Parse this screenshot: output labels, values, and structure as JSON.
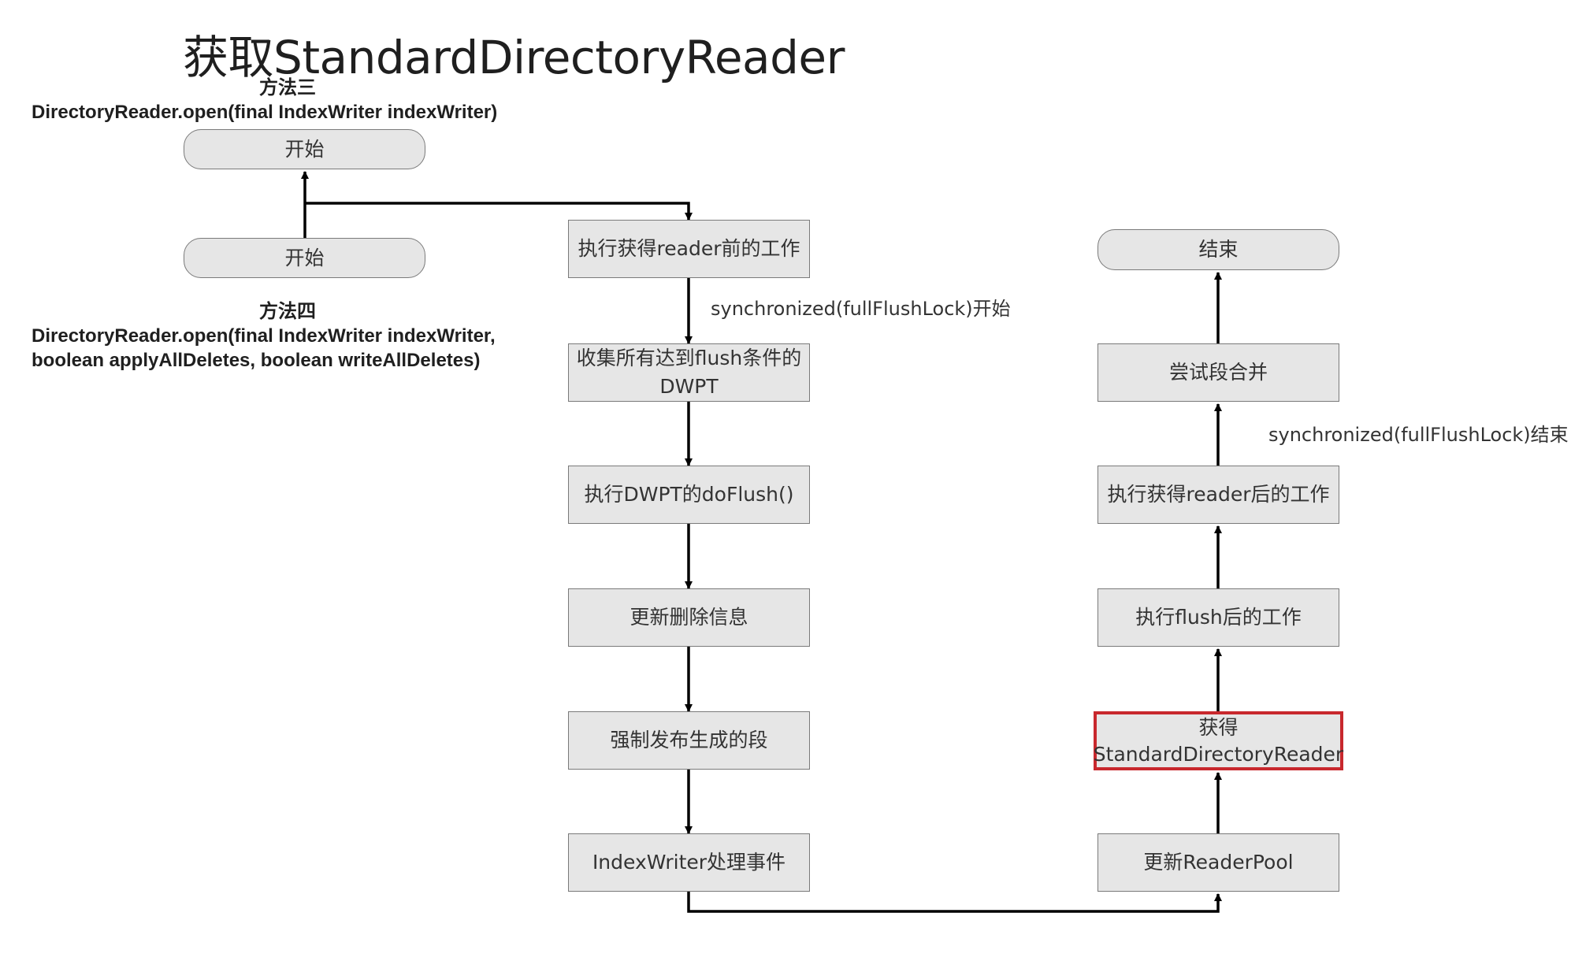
{
  "title": "获取StandardDirectoryReader",
  "method3": {
    "heading": "方法三",
    "signature": "DirectoryReader.open(final IndexWriter indexWriter)"
  },
  "method4": {
    "heading": "方法四",
    "signature_line1": "DirectoryReader.open(final IndexWriter indexWriter,",
    "signature_line2": "boolean applyAllDeletes, boolean writeAllDeletes)"
  },
  "nodes": {
    "start_method3": "开始",
    "start_method4": "开始",
    "before_reader": "执行获得reader前的工作",
    "collect_dwpt": "收集所有达到flush条件的DWPT",
    "do_flush": "执行DWPT的doFlush()",
    "update_deletes": "更新删除信息",
    "force_publish": "强制发布生成的段",
    "indexwriter_events": "IndexWriter处理事件",
    "update_readerpool": "更新ReaderPool",
    "get_reader_line1": "获得",
    "get_reader_line2": "StandardDirectoryReader",
    "after_flush": "执行flush后的工作",
    "after_reader": "执行获得reader后的工作",
    "try_merge": "尝试段合并",
    "end": "结束"
  },
  "edge_labels": {
    "lock_start": "synchronized(fullFlushLock)开始",
    "lock_end": "synchronized(fullFlushLock)结束"
  },
  "colors": {
    "node_fill": "#e6e6e6",
    "node_border": "#7a7a7a",
    "highlight_border": "#c8282d",
    "edge": "#000000"
  }
}
